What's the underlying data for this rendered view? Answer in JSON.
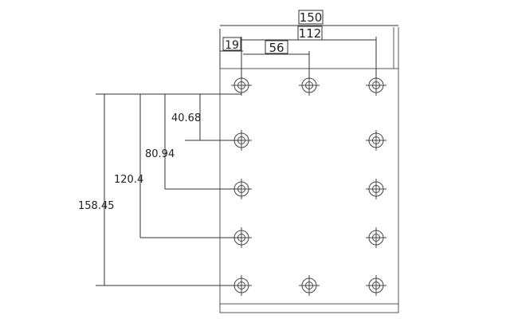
{
  "dimensions": {
    "overall_width": "150",
    "hole_span": "112",
    "center_hole_offset": "56",
    "edge_offset": "19",
    "vert_1": "40.68",
    "vert_2": "80.94",
    "vert_3": "120.4",
    "vert_4": "158.45"
  },
  "colors": {
    "line": "#555555",
    "dim": "#222222",
    "background": "#ffffff"
  }
}
